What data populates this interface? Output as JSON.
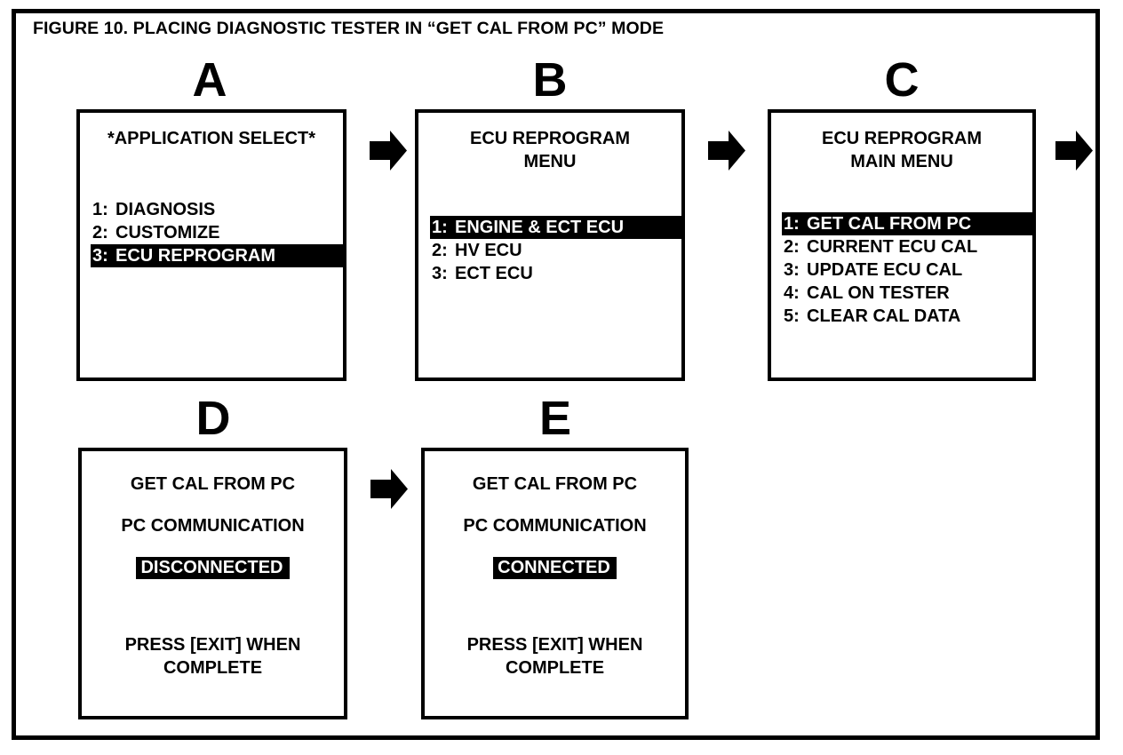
{
  "figure": {
    "title": "FIGURE 10.  PLACING DIAGNOSTIC TESTER IN “GET CAL FROM PC” MODE",
    "frame_color": "#000000",
    "background_color": "#ffffff",
    "highlight_background": "#000000",
    "highlight_text_color": "#ffffff"
  },
  "steps": [
    {
      "letter": "A",
      "screen": {
        "title": "*APPLICATION SELECT*",
        "menu": [
          {
            "num": "1:",
            "label": "DIAGNOSIS",
            "selected": false
          },
          {
            "num": "2:",
            "label": "CUSTOMIZE",
            "selected": false
          },
          {
            "num": "3:",
            "label": "ECU REPROGRAM",
            "selected": true
          }
        ]
      }
    },
    {
      "letter": "B",
      "screen": {
        "title": "ECU REPROGRAM\nMENU",
        "menu": [
          {
            "num": "1:",
            "label": "ENGINE & ECT ECU",
            "selected": true
          },
          {
            "num": "2:",
            "label": "HV ECU",
            "selected": false
          },
          {
            "num": "3:",
            "label": "ECT ECU",
            "selected": false
          }
        ]
      }
    },
    {
      "letter": "C",
      "screen": {
        "title": "ECU REPROGRAM\nMAIN MENU",
        "menu": [
          {
            "num": "1:",
            "label": "GET CAL FROM PC",
            "selected": true
          },
          {
            "num": "2:",
            "label": "CURRENT ECU CAL",
            "selected": false
          },
          {
            "num": "3:",
            "label": "UPDATE ECU CAL",
            "selected": false
          },
          {
            "num": "4:",
            "label": "CAL ON TESTER",
            "selected": false
          },
          {
            "num": "5:",
            "label": "CLEAR CAL DATA",
            "selected": false
          }
        ]
      }
    },
    {
      "letter": "D",
      "screen": {
        "line1": "GET CAL FROM PC",
        "line2": "PC COMMUNICATION",
        "status": "DISCONNECTED",
        "footer": "PRESS [EXIT] WHEN\nCOMPLETE"
      }
    },
    {
      "letter": "E",
      "screen": {
        "line1": "GET CAL FROM PC",
        "line2": "PC COMMUNICATION",
        "status": "CONNECTED",
        "footer": "PRESS [EXIT] WHEN\nCOMPLETE"
      }
    }
  ],
  "arrows": [
    {
      "name": "a-to-b",
      "direction": "right"
    },
    {
      "name": "b-to-c",
      "direction": "right"
    },
    {
      "name": "c-to-d",
      "direction": "right"
    },
    {
      "name": "d-to-e",
      "direction": "right"
    }
  ]
}
